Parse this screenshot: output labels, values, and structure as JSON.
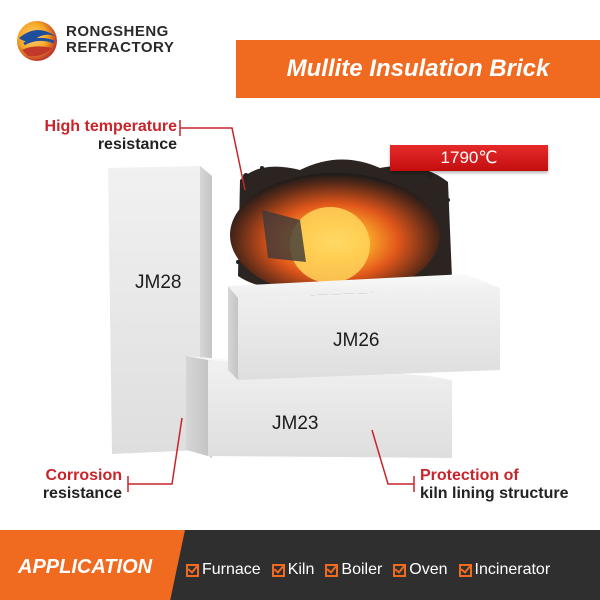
{
  "brand": {
    "line1": "RONGSHENG",
    "line2": "REFRACTORY"
  },
  "title": "Mullite Insulation Brick",
  "temperature": "1790℃",
  "callouts": {
    "high_temp_line1": "High temperature",
    "high_temp_line2": "resistance",
    "corrosion_line1": "Corrosion",
    "corrosion_line2": "resistance",
    "protection_line1": "Protection of",
    "protection_line2": "kiln lining structure"
  },
  "bricks": {
    "jm28": "JM28",
    "jm26": "JM26",
    "jm23": "JM23"
  },
  "footer": {
    "label": "APPLICATION",
    "items": [
      "Furnace",
      "Kiln",
      "Boiler",
      "Oven",
      "Incinerator"
    ]
  },
  "colors": {
    "accent": "#f06a1f",
    "callout_red": "#c8242a",
    "badge_red": "#d81b1b",
    "footer_bg": "#2f2f2f"
  },
  "icons": [
    "globe-logo-icon",
    "checkbox-icon"
  ]
}
